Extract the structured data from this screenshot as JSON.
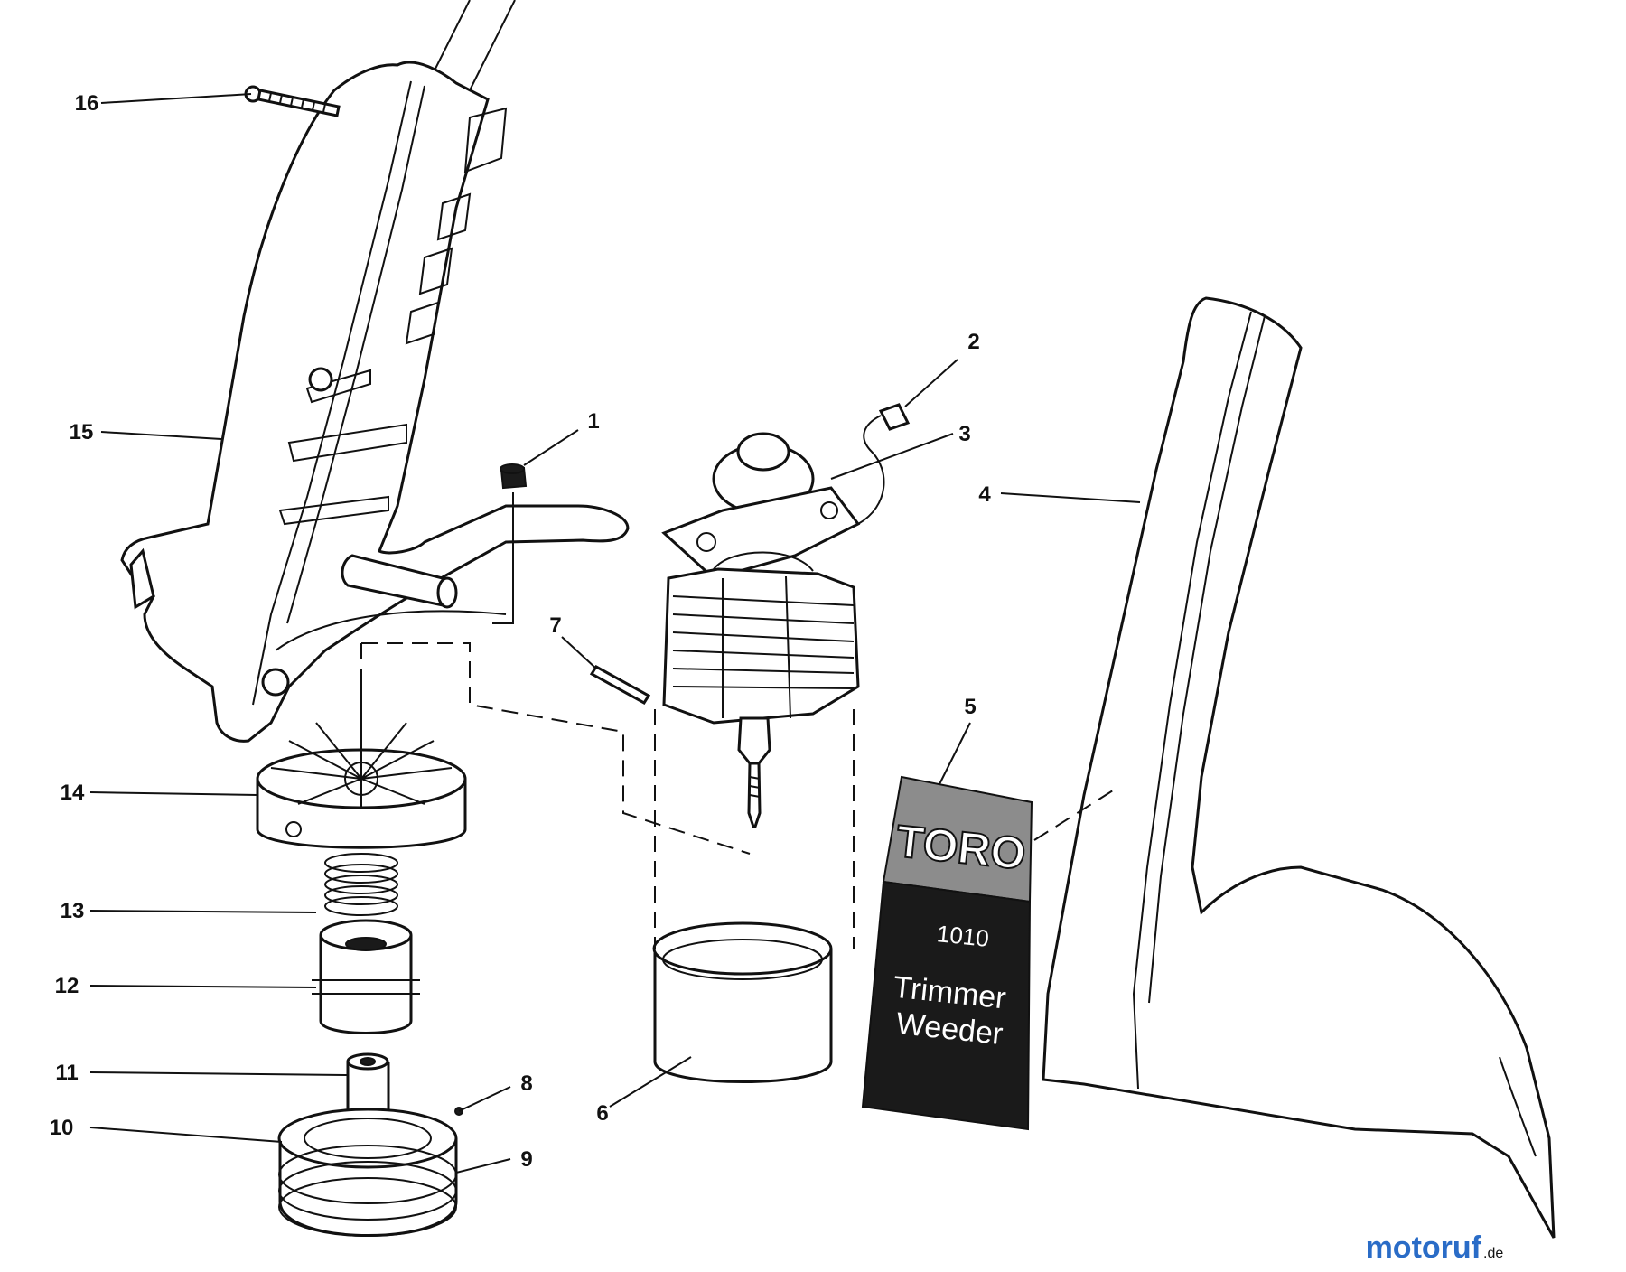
{
  "callouts": [
    "1",
    "2",
    "3",
    "4",
    "5",
    "6",
    "7",
    "8",
    "9",
    "10",
    "11",
    "12",
    "13",
    "14",
    "15",
    "16"
  ],
  "decal": {
    "brand": "TORO",
    "model": "1010",
    "line1": "Trimmer",
    "line2": "Weeder"
  },
  "watermark": {
    "name": "motoruf",
    "suffix": ".de"
  },
  "colors": {
    "ink": "#111111",
    "decal_top": "#8c8c8c",
    "decal_bottom": "#1a1a1a",
    "watermark_m": "#1e3f8a",
    "watermark_o": "#d63a2a",
    "watermark_rest": "#2a6cc7"
  }
}
